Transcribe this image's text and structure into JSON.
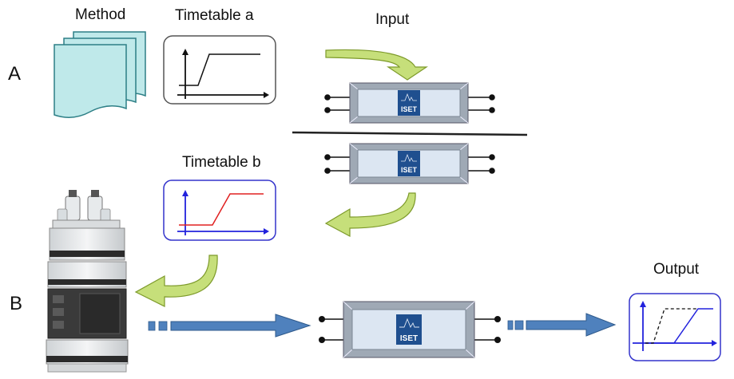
{
  "labels": {
    "section_a": "A",
    "section_b": "B",
    "method": "Method",
    "timetable_a": "Timetable a",
    "timetable_b": "Timetable b",
    "input": "Input",
    "output": "Output"
  },
  "badge_text": "ISET",
  "colors": {
    "method_sheet": "#bfe9ea",
    "method_sheet_border": "#2d7f86",
    "green_arrow": "#c6df7a",
    "green_arrow_border": "#7d9a2a",
    "blue_arrow": "#4f81bd",
    "blue_arrow_border": "#2f5a8c",
    "module_face": "#dce6f2",
    "module_frame": "#9fa9b5",
    "badge": "#1f4f8f",
    "timetable_b_curve": "#e02020",
    "timetable_b_axes": "#2222dd",
    "timetable_b_border": "#3333cc",
    "output_border": "#3333cc"
  },
  "icons": {
    "method": "stacked-documents-icon",
    "instrument": "lc-instrument-stack-icon",
    "module": "iset-module-icon"
  }
}
